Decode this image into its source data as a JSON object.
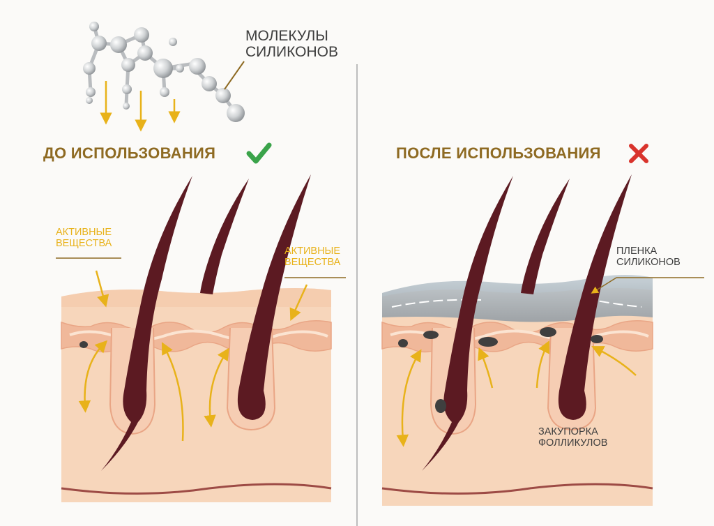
{
  "molecules_label": {
    "line1": "МОЛЕКУЛЫ",
    "line2": "СИЛИКОНОВ"
  },
  "before": {
    "title": "ДО ИСПОЛЬЗОВАНИЯ",
    "status_icon": "check-icon",
    "label_left": {
      "line1": "АКТИВНЫЕ",
      "line2": "ВЕЩЕСТВА"
    },
    "label_right": {
      "line1": "АКТИВНЫЕ",
      "line2": "ВЕЩЕСТВА"
    }
  },
  "after": {
    "title": "ПОСЛЕ ИСПОЛЬЗОВАНИЯ",
    "status_icon": "cross-icon",
    "film_label": {
      "line1": "ПЛЕНКА",
      "line2": "СИЛИКОНОВ"
    },
    "clog_label": {
      "line1": "ЗАКУПОРКА",
      "line2": "ФОЛЛИКУЛОВ"
    }
  },
  "colors": {
    "heading": "#8e6a22",
    "accent_yellow": "#e8b21a",
    "check": "#3aa34a",
    "cross": "#d9332c",
    "skin": "#f7d6bb",
    "hair": "#5c1a22",
    "silicone_film": "#a3aeb6"
  }
}
